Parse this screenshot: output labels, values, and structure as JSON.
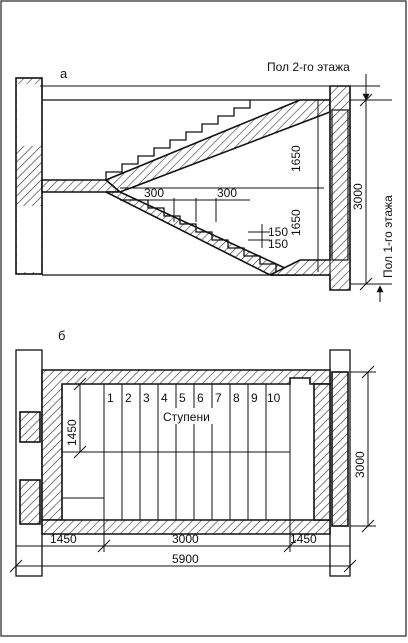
{
  "section_a": {
    "label": "а",
    "floor_2_label": "Пол 2-го этажа",
    "floor_1_label": "Пол 1-го этажа",
    "dim_flight_upper": "1650",
    "dim_flight_lower": "1650",
    "dim_total_height": "3000",
    "dim_tread_left": "300",
    "dim_tread_right": "300",
    "dim_riser_1": "150",
    "dim_riser_2": "150"
  },
  "section_b": {
    "label": "б",
    "step_numbers": [
      "1",
      "2",
      "3",
      "4",
      "5",
      "6",
      "7",
      "8",
      "9",
      "10"
    ],
    "steps_label": "Ступени",
    "dim_flight_width": "1450",
    "dim_total_width": "3000",
    "dim_left_landing": "1450",
    "dim_flight_length": "3000",
    "dim_right_landing": "1450",
    "dim_overall": "5900"
  }
}
